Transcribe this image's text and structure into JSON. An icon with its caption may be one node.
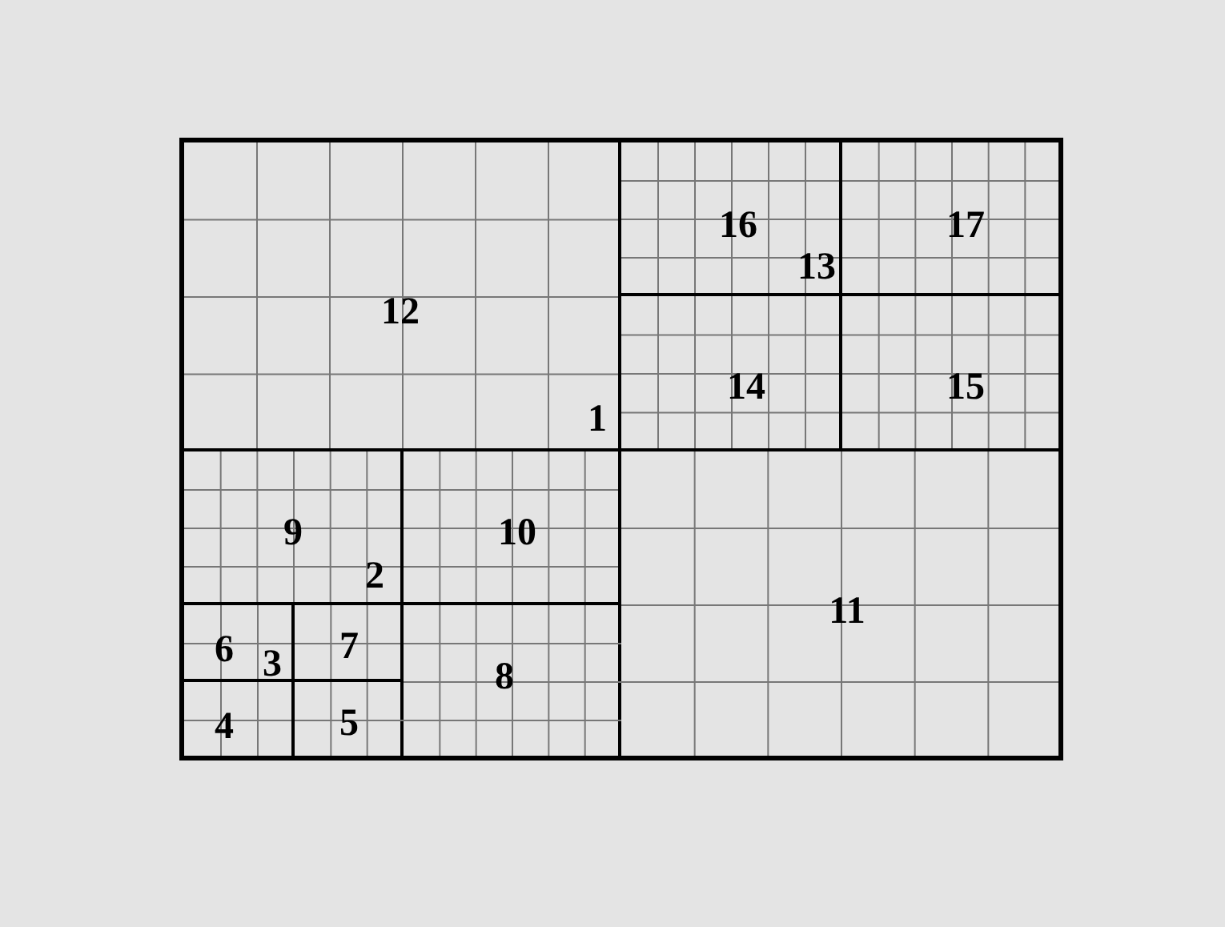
{
  "diagram": {
    "nodes": [
      {
        "text": [
          "12"
        ]
      },
      {
        "text": [
          "16"
        ]
      },
      {
        "text": [
          "17"
        ]
      },
      {
        "text": [
          "14"
        ]
      },
      {
        "text": [
          "15"
        ]
      },
      {
        "text": [
          "9"
        ]
      },
      {
        "text": [
          "10"
        ]
      },
      {
        "text": [
          "11"
        ]
      },
      {
        "text": [
          "6"
        ]
      },
      {
        "text": [
          "7"
        ]
      },
      {
        "text": [
          "8"
        ]
      },
      {
        "text": [
          "4"
        ]
      },
      {
        "text": [
          "5"
        ]
      }
    ],
    "labels": [
      "13",
      "1",
      "2",
      "3"
    ]
  }
}
